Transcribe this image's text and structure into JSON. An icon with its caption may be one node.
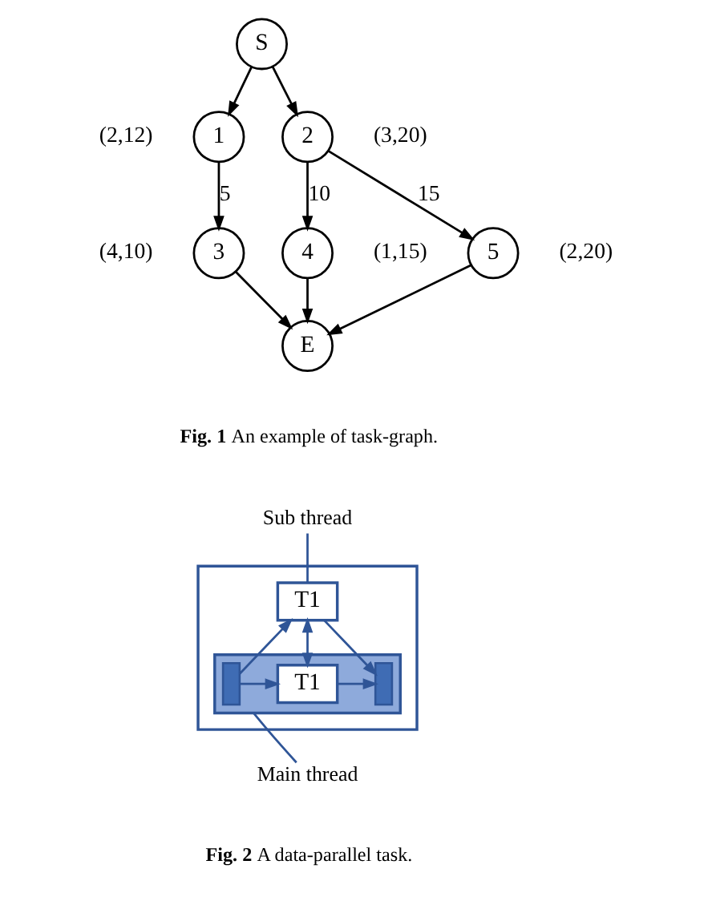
{
  "diagram": {
    "nodes": [
      {
        "text": [
          "S"
        ]
      },
      {
        "text": [
          "1"
        ],
        "beside": [
          "(2,12)"
        ]
      },
      {
        "text": [
          "2"
        ],
        "beside": [
          "(3,20)"
        ]
      },
      {
        "text": [
          "3"
        ],
        "beside": [
          "(4,10)"
        ]
      },
      {
        "text": [
          "4"
        ],
        "beside": [
          "(1,15)"
        ]
      },
      {
        "text": [
          "5"
        ],
        "beside": [
          "(2,20)"
        ]
      },
      {
        "text": [
          "E"
        ]
      },
      {
        "text": [
          "Sub thread"
        ]
      },
      {
        "text": [],
        "shape": "box"
      },
      {
        "text": [
          "T1"
        ],
        "in": 8
      },
      {
        "text": [],
        "shape": "box",
        "in": 8
      },
      {
        "text": [],
        "shape": "bar",
        "in": 10
      },
      {
        "text": [
          "T1"
        ],
        "in": 10
      },
      {
        "text": [],
        "shape": "bar",
        "in": 10
      },
      {
        "text": [
          "Main thread"
        ]
      }
    ],
    "edges": [
      {
        "from": 0,
        "to": 1,
        "arrow": "to"
      },
      {
        "from": 0,
        "to": 2,
        "arrow": "to"
      },
      {
        "from": 1,
        "to": 3,
        "arrow": "to",
        "label": "5"
      },
      {
        "from": 2,
        "to": 4,
        "arrow": "to",
        "label": "10"
      },
      {
        "from": 2,
        "to": 5,
        "arrow": "to",
        "label": "15"
      },
      {
        "from": 3,
        "to": 6,
        "arrow": "to"
      },
      {
        "from": 4,
        "to": 6,
        "arrow": "to"
      },
      {
        "from": 5,
        "to": 6,
        "arrow": "to"
      },
      {
        "from": 7,
        "to": 9,
        "arrow": "none",
        "color": "#2f5597"
      },
      {
        "from": 11,
        "to": 9,
        "arrow": "to",
        "color": "#2f5597"
      },
      {
        "from": 11,
        "to": 12,
        "arrow": "to",
        "color": "#2f5597"
      },
      {
        "from": 9,
        "to": 12,
        "arrow": "both",
        "color": "#2f5597"
      },
      {
        "from": 12,
        "to": 13,
        "arrow": "to",
        "color": "#2f5597"
      },
      {
        "from": 9,
        "to": 13,
        "arrow": "to",
        "color": "#2f5597"
      },
      {
        "from": 14,
        "to": 10,
        "arrow": "none",
        "color": "#2f5597"
      }
    ],
    "labels": [
      "**Fig. 1** An example of task-graph.",
      "**Fig. 2** A data-parallel task."
    ]
  }
}
